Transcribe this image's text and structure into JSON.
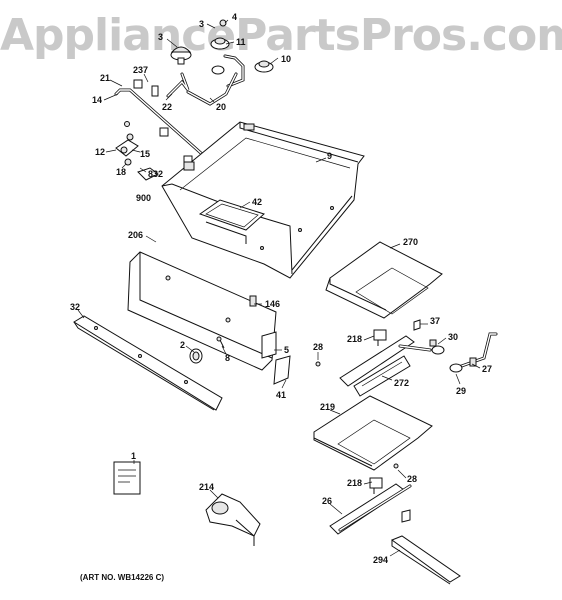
{
  "watermark": "AppliancePartsPros.com",
  "art_number": "(ART NO. WB14226 C)",
  "callouts": [
    "4",
    "3",
    "3",
    "11",
    "10",
    "237",
    "21",
    "22",
    "20",
    "14",
    "12",
    "15",
    "18",
    "832",
    "900",
    "9",
    "42",
    "206",
    "270",
    "32",
    "146",
    "37",
    "218",
    "30",
    "2",
    "8",
    "5",
    "28",
    "27",
    "41",
    "272",
    "29",
    "219",
    "1",
    "214",
    "218",
    "28",
    "26",
    "294"
  ]
}
